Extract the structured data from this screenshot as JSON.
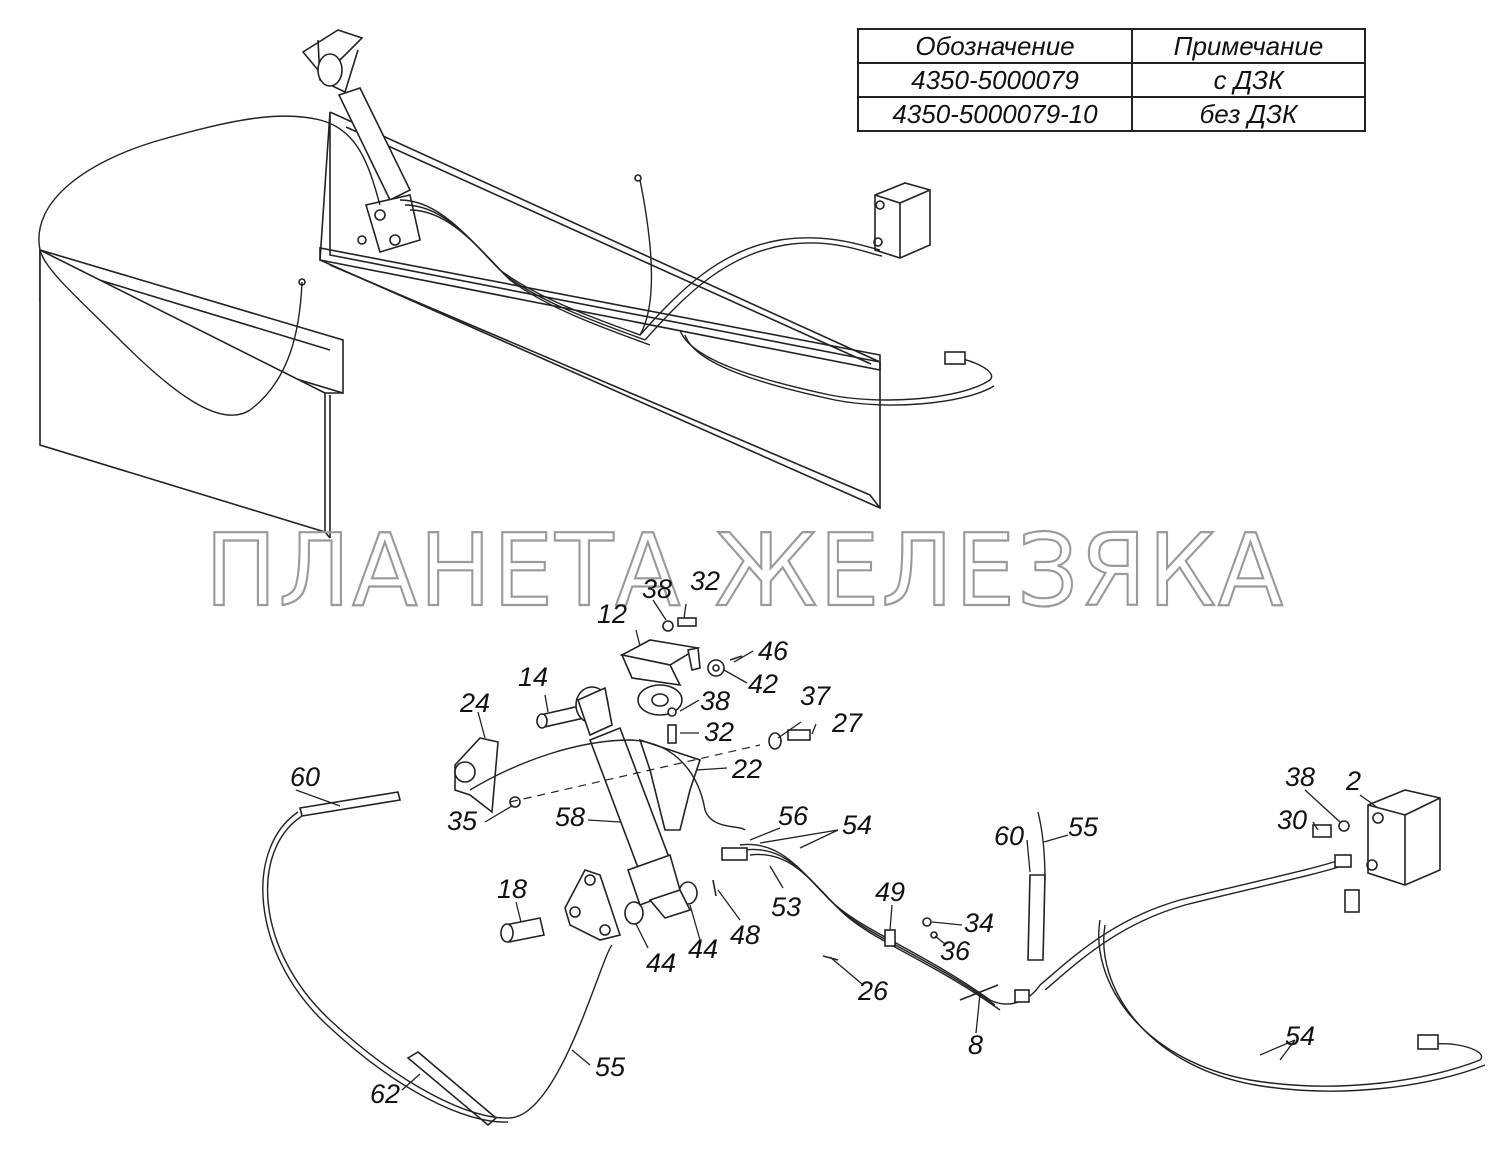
{
  "spec_table": {
    "headers": [
      "Обозначение",
      "Примечание"
    ],
    "rows": [
      [
        "4350-5000079",
        "с ДЗК"
      ],
      [
        "4350-5000079-10",
        "без ДЗК"
      ]
    ]
  },
  "watermark": "ПЛАНЕТА ЖЕЛЕЗЯКА",
  "callouts": {
    "c2": "2",
    "c8": "8",
    "c12": "12",
    "c14": "14",
    "c18": "18",
    "c22": "22",
    "c24": "24",
    "c26": "26",
    "c27": "27",
    "c30": "30",
    "c32a": "32",
    "c32b": "32",
    "c34": "34",
    "c35": "35",
    "c36": "36",
    "c37": "37",
    "c38a": "38",
    "c38b": "38",
    "c38c": "38",
    "c42": "42",
    "c44a": "44",
    "c44b": "44",
    "c46": "46",
    "c48": "48",
    "c49": "49",
    "c53": "53",
    "c54a": "54",
    "c54b": "54",
    "c55a": "55",
    "c55b": "55",
    "c56": "56",
    "c58": "58",
    "c60a": "60",
    "c60b": "60",
    "c62": "62"
  }
}
